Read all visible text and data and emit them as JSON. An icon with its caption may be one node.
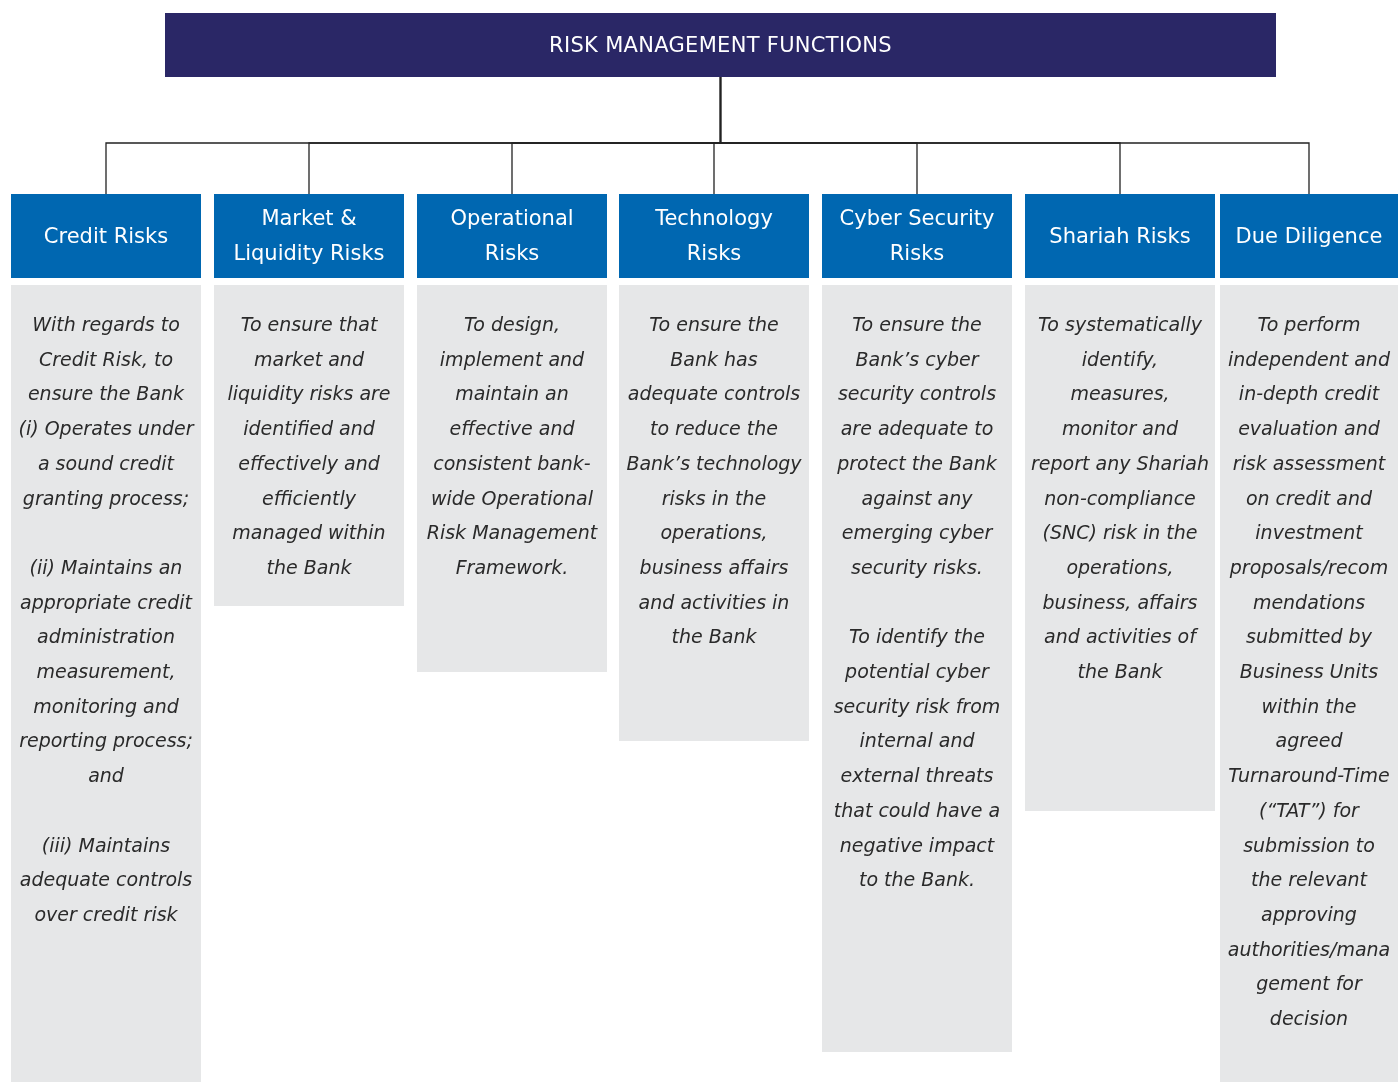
{
  "diagram": {
    "nodes": [
      {
        "text": [
          "RISK MANAGEMENT FUNCTIONS"
        ]
      },
      {
        "text": [
          "Credit Risks"
        ]
      },
      {
        "text": [
          "Market & Liquidity Risks"
        ]
      },
      {
        "text": [
          "Operational Risks"
        ]
      },
      {
        "text": [
          "Technology Risks"
        ]
      },
      {
        "text": [
          "Cyber Security Risks"
        ]
      },
      {
        "text": [
          "Shariah Risks"
        ]
      },
      {
        "text": [
          "Due Diligence"
        ]
      },
      {
        "text": [
          "With regards to Credit Risk, to ensure the Bank (i) Operates under a sound credit granting process;",
          "(ii) Maintains an appropriate credit administration measurement, monitoring and reporting process; and",
          "(iii) Maintains adequate controls over credit risk"
        ]
      },
      {
        "text": [
          "To ensure that market and liquidity risks are identified and effectively and efficiently managed within the Bank"
        ]
      },
      {
        "text": [
          "To design, implement and maintain an effective and consistent bank-wide Operational Risk Management Framework."
        ]
      },
      {
        "text": [
          "To ensure the Bank has adequate controls to reduce the Bank’s technology risks in the operations, business affairs and activities in the Bank"
        ]
      },
      {
        "text": [
          "To ensure the Bank’s cyber security controls are adequate to protect the Bank against any emerging cyber security risks.",
          "To identify the potential cyber security risk from internal and external threats that could have a negative impact to the Bank."
        ]
      },
      {
        "text": [
          "To systematically identify, measures, monitor and report any Shariah non-compliance (SNC) risk in the operations, business, affairs and activities of the Bank"
        ]
      },
      {
        "text": [
          "To perform independent and in-depth credit evaluation and risk assessment on credit and investment proposals/recommendations submitted by Business Units within the agreed Turnaround-Time (“TAT”) for submission to the relevant approving authorities/management for decision"
        ]
      }
    ],
    "edges": [
      {
        "from": 0,
        "to": 1,
        "arrow": "none"
      },
      {
        "from": 0,
        "to": 2,
        "arrow": "none"
      },
      {
        "from": 0,
        "to": 3,
        "arrow": "none"
      },
      {
        "from": 0,
        "to": 4,
        "arrow": "none"
      },
      {
        "from": 0,
        "to": 5,
        "arrow": "none"
      },
      {
        "from": 0,
        "to": 6,
        "arrow": "none"
      },
      {
        "from": 0,
        "to": 7,
        "arrow": "none"
      }
    ]
  }
}
